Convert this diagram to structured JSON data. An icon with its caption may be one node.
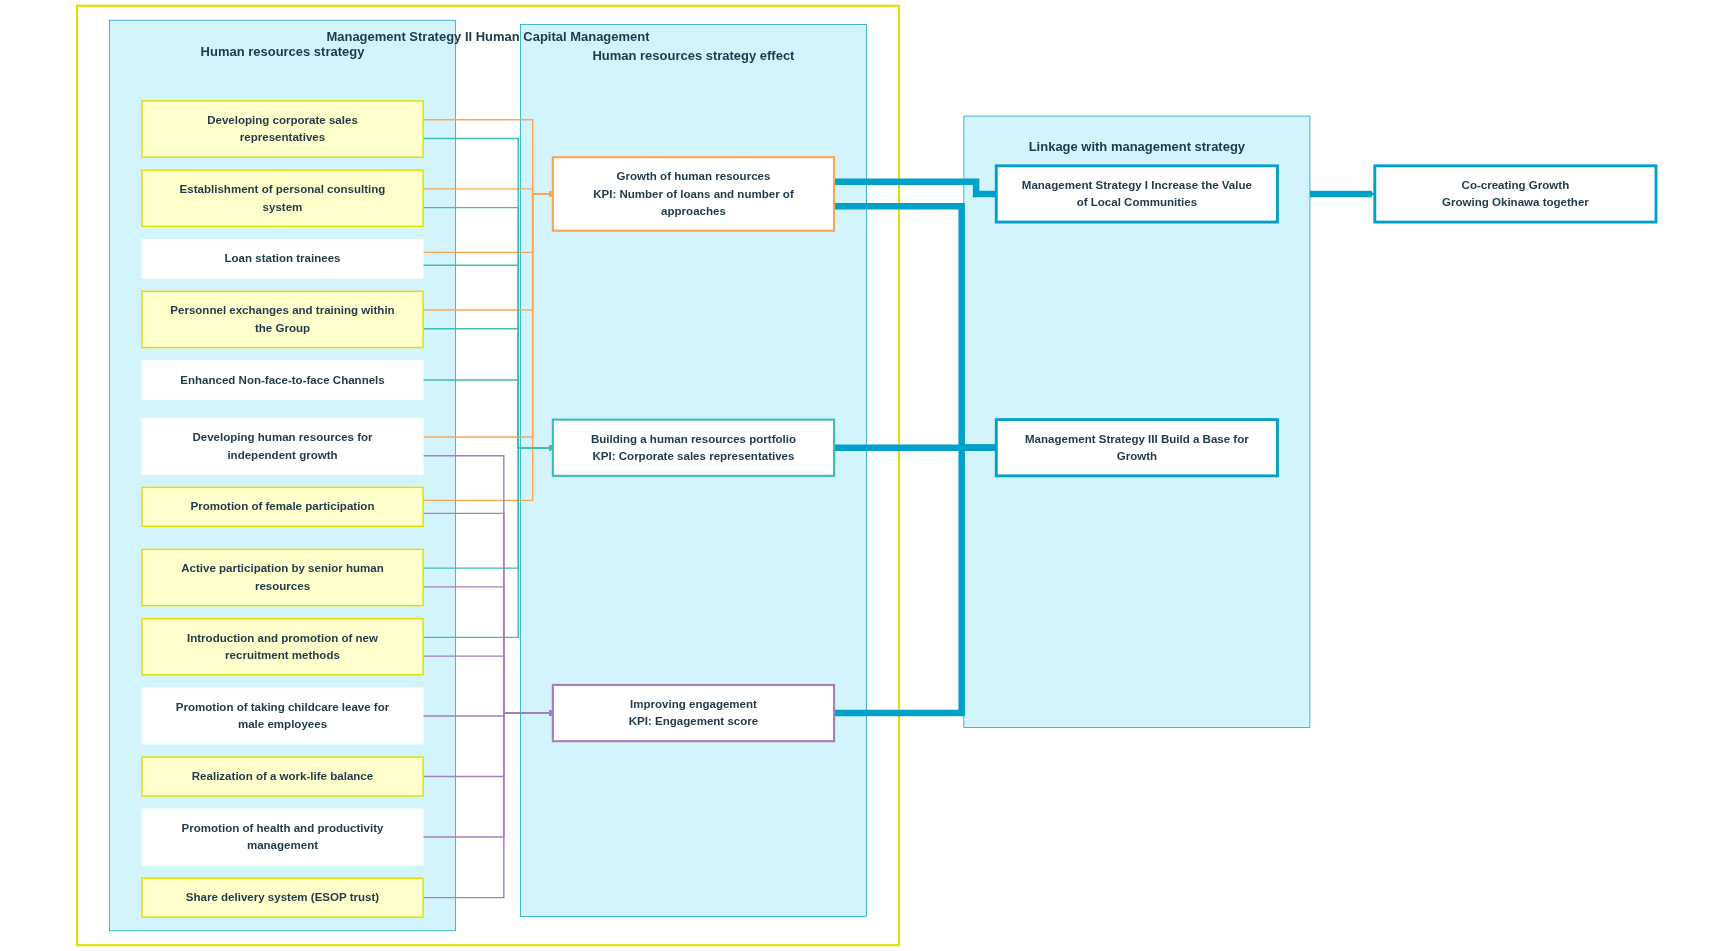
{
  "diagram": {
    "nodes": [
      {
        "text": [
          "Management Strategy II Human Capital Management"
        ]
      },
      {
        "text": [
          "Human resources strategy"
        ],
        "in": 0
      },
      {
        "text": [
          "Developing corporate sales representatives"
        ],
        "in": 1
      },
      {
        "text": [
          "Establishment of personal consulting system"
        ],
        "in": 1
      },
      {
        "text": [
          "Enhanced Non-face-to-face Channels"
        ],
        "in": 1
      },
      {
        "text": [
          "Loan station trainees"
        ],
        "in": 1
      },
      {
        "text": [
          "Developing human resources for independent growth"
        ],
        "in": 1
      },
      {
        "text": [
          "Personnel exchanges and training within the Group"
        ],
        "in": 1
      },
      {
        "text": [
          "Active participation by senior human resources"
        ],
        "in": 1
      },
      {
        "text": [
          "Introduction and promotion of new recruitment methods"
        ],
        "in": 1
      },
      {
        "text": [
          "Promotion of female participation"
        ],
        "in": 1
      },
      {
        "text": [
          "Promotion of taking childcare leave for male employees"
        ],
        "in": 1
      },
      {
        "text": [
          "Realization of a work-life balance"
        ],
        "in": 1
      },
      {
        "text": [
          "Promotion of health and productivity management"
        ],
        "in": 1
      },
      {
        "text": [
          "Share delivery system (ESOP trust)"
        ],
        "in": 1
      },
      {
        "text": [
          "Human resources strategy effect"
        ],
        "in": 0
      },
      {
        "text": [
          "Growth of human resources",
          "KPI: Number of loans and number of approaches"
        ],
        "in": 15
      },
      {
        "text": [
          "Building a human resources portfolio",
          "KPI: Corporate sales representatives"
        ],
        "in": 15
      },
      {
        "text": [
          "Improving engagement",
          "KPI: Engagement score"
        ],
        "in": 15
      },
      {
        "text": [
          "Linkage with management strategy"
        ]
      },
      {
        "text": [
          "Management Strategy I Increase the Value of Local Communities"
        ],
        "in": 19
      },
      {
        "text": [
          "Management Strategy III Build a Base for Growth"
        ],
        "in": 19
      },
      {
        "text": [
          "Co-creating Growth",
          "Growing Okinawa together"
        ]
      }
    ],
    "edges": [
      {
        "from": 2,
        "to": 16,
        "arrow": "to",
        "color": "#f9a65a"
      },
      {
        "from": 3,
        "to": 16,
        "arrow": "to",
        "color": "#f9a65a"
      },
      {
        "from": 5,
        "to": 16,
        "arrow": "to",
        "color": "#f9a65a"
      },
      {
        "from": 6,
        "to": 16,
        "arrow": "to",
        "color": "#f9a65a"
      },
      {
        "from": 7,
        "to": 16,
        "arrow": "to",
        "color": "#f9a65a"
      },
      {
        "from": 10,
        "to": 16,
        "arrow": "to",
        "color": "#f9a65a"
      },
      {
        "from": 2,
        "to": 17,
        "arrow": "to",
        "color": "#3dbfb0"
      },
      {
        "from": 3,
        "to": 17,
        "arrow": "to",
        "color": "#3dbfb0"
      },
      {
        "from": 4,
        "to": 17,
        "arrow": "to",
        "color": "#3dbfb0"
      },
      {
        "from": 5,
        "to": 17,
        "arrow": "to",
        "color": "#3dbfb0"
      },
      {
        "from": 7,
        "to": 17,
        "arrow": "to",
        "color": "#3dbfb0"
      },
      {
        "from": 8,
        "to": 17,
        "arrow": "to",
        "color": "#3dbfb0"
      },
      {
        "from": 9,
        "to": 17,
        "arrow": "to",
        "color": "#3dbfb0"
      },
      {
        "from": 6,
        "to": 18,
        "arrow": "to",
        "color": "#a57fbf"
      },
      {
        "from": 8,
        "to": 18,
        "arrow": "to",
        "color": "#a57fbf"
      },
      {
        "from": 9,
        "to": 18,
        "arrow": "to",
        "color": "#a57fbf"
      },
      {
        "from": 10,
        "to": 18,
        "arrow": "to",
        "color": "#a57fbf"
      },
      {
        "from": 11,
        "to": 18,
        "arrow": "to",
        "color": "#a57fbf"
      },
      {
        "from": 12,
        "to": 18,
        "arrow": "to",
        "color": "#a57fbf"
      },
      {
        "from": 13,
        "to": 18,
        "arrow": "to",
        "color": "#a57fbf"
      },
      {
        "from": 14,
        "to": 18,
        "arrow": "to",
        "color": "#a57fbf"
      },
      {
        "from": 16,
        "to": 20,
        "arrow": "to",
        "style": "thick",
        "color": "#00a0c8"
      },
      {
        "from": 16,
        "to": 21,
        "arrow": "to",
        "style": "thick",
        "color": "#00a0c8"
      },
      {
        "from": 17,
        "to": 21,
        "arrow": "to",
        "style": "thick",
        "color": "#00a0c8"
      },
      {
        "from": 18,
        "to": 21,
        "arrow": "to",
        "style": "thick",
        "color": "#00a0c8"
      },
      {
        "from": 19,
        "to": 22,
        "arrow": "to",
        "style": "thick",
        "color": "#00a0c8"
      }
    ]
  }
}
